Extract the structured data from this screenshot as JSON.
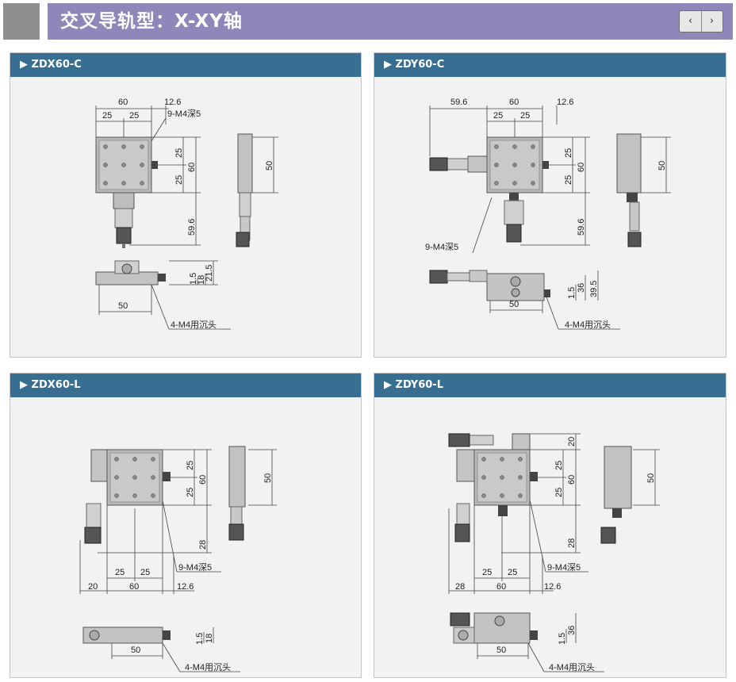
{
  "header": {
    "title": "交叉导轨型：X-XY轴",
    "nav_prev": "‹",
    "nav_next": "›"
  },
  "panels": [
    {
      "title": "ZDX60-C"
    },
    {
      "title": "ZDY60-C"
    },
    {
      "title": "ZDX60-L"
    },
    {
      "title": "ZDY60-L"
    }
  ],
  "dims": {
    "d60": "60",
    "d12_6": "12.6",
    "d25": "25",
    "d50": "50",
    "d59_6": "59.6",
    "d21_5": "21.5",
    "d18": "18",
    "d1_5": "1.5",
    "d36": "36",
    "d39_5": "39.5",
    "d20": "20",
    "d28": "28",
    "tap": "9-M4深5",
    "cbore": "4-M4用沉头"
  }
}
